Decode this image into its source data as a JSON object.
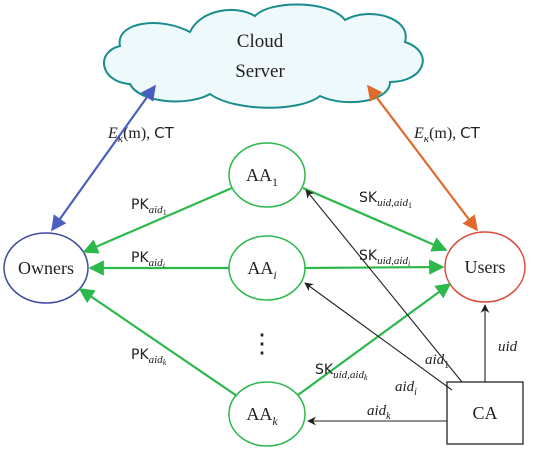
{
  "colors": {
    "green": "#2db84b",
    "blue": "#4a5fc1",
    "orange": "#e06a2b",
    "teal": "#1b8c8e",
    "cloud_fill": "#eef9fb",
    "owners_stroke": "#3e4aa0",
    "users_stroke": "#d94a3a",
    "black": "#222222"
  },
  "nodes": {
    "cloud": {
      "line1": "Cloud",
      "line2": "Server"
    },
    "owners": {
      "label": "Owners"
    },
    "users": {
      "label": "Users"
    },
    "ca": {
      "label": "CA"
    },
    "aa1": {
      "base": "AA",
      "sub": "1"
    },
    "aai": {
      "base": "AA",
      "sub": "i"
    },
    "aak": {
      "base": "AA",
      "sub": "k"
    },
    "ellipsis": "⋮"
  },
  "edges": {
    "owner_cloud": {
      "e": "E",
      "sub": "κ",
      "rest": "(m), ",
      "ct": "CT"
    },
    "user_cloud": {
      "e": "E",
      "sub": "κ",
      "rest": "(m), ",
      "ct": "CT"
    },
    "pk1": {
      "base": "PK",
      "sub": "aid",
      "subsub": "1"
    },
    "pki": {
      "base": "PK",
      "sub": "aid",
      "subsub": "i"
    },
    "pkk": {
      "base": "PK",
      "sub": "aid",
      "subsub": "k"
    },
    "sk1": {
      "base": "SK",
      "sub": "uid,aid",
      "subsub": "1"
    },
    "ski": {
      "base": "SK",
      "sub": "uid,aid",
      "subsub": "i"
    },
    "skk": {
      "base": "SK",
      "sub": "uid,aid",
      "subsub": "k"
    },
    "aid1": {
      "base": "aid",
      "sub": "1"
    },
    "aidi": {
      "base": "aid",
      "sub": "i"
    },
    "aidk": {
      "base": "aid",
      "sub": "k"
    },
    "uid": "uid"
  }
}
